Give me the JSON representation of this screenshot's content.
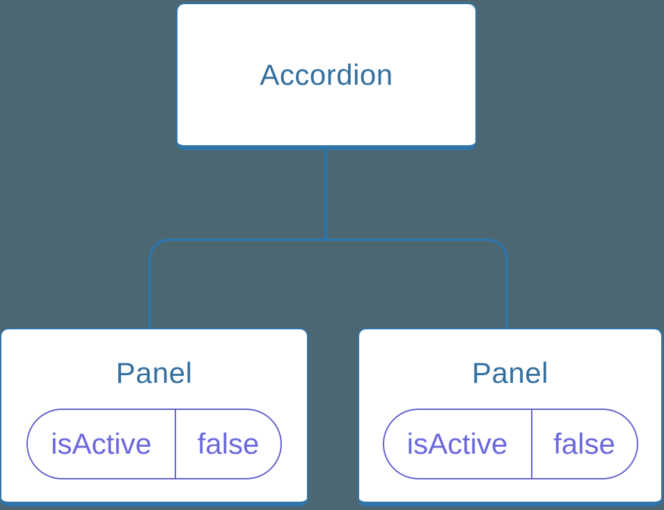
{
  "colors": {
    "bg": "#4C6771",
    "line_blue": "#2F74A8",
    "box_fill": "#FFFFFF",
    "label_blue": "#336F9F",
    "pill_border": "#6461CF",
    "pill_text": "#6A68DC"
  },
  "tree": {
    "root": {
      "label": "Accordion"
    },
    "children": [
      {
        "label": "Panel",
        "state": {
          "key": "isActive",
          "value": "false"
        }
      },
      {
        "label": "Panel",
        "state": {
          "key": "isActive",
          "value": "false"
        }
      }
    ]
  }
}
